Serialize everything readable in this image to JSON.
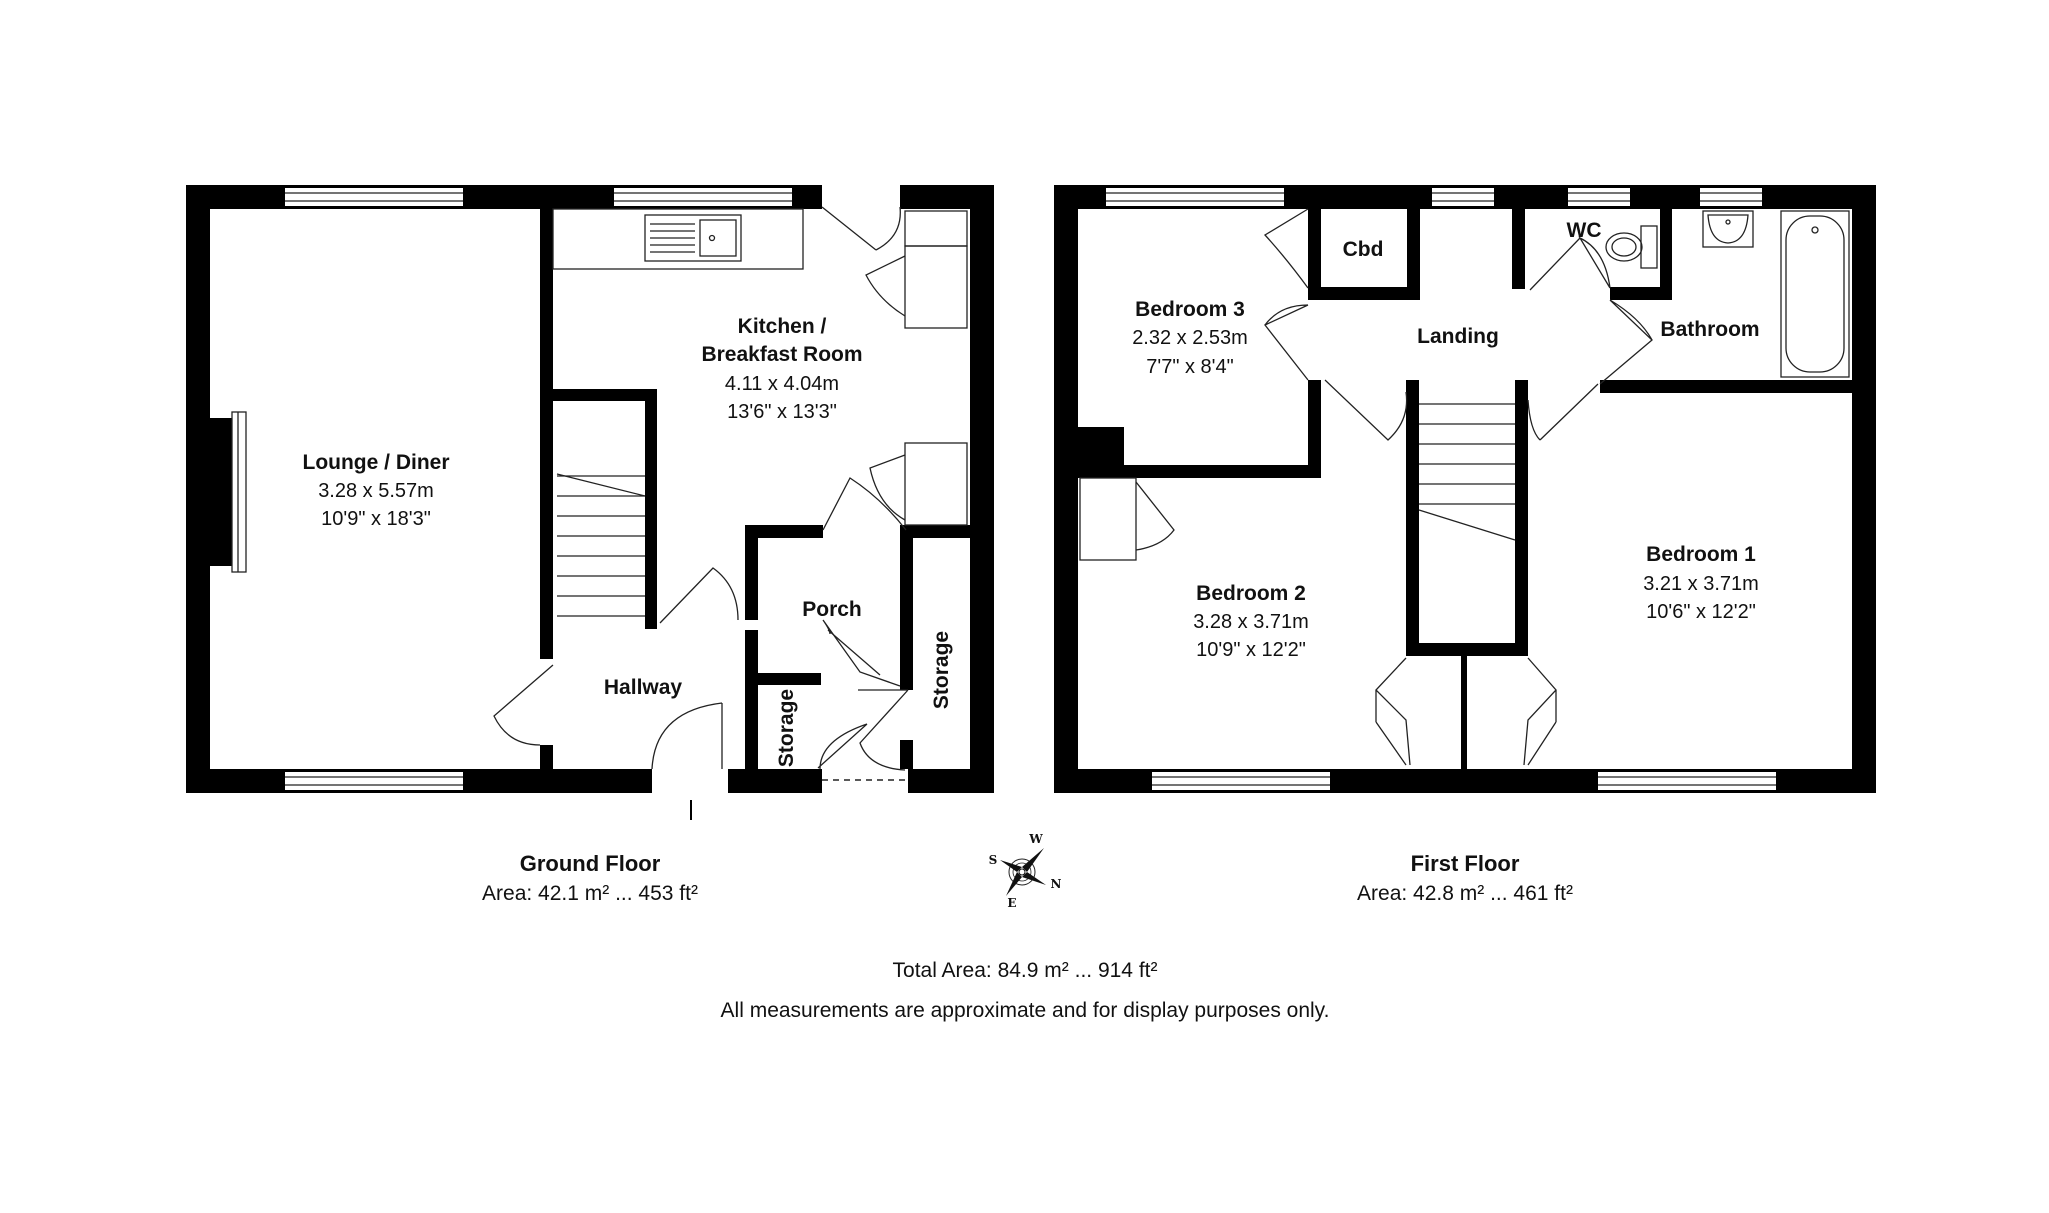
{
  "ground_floor": {
    "title": "Ground Floor",
    "area": "Area: 42.1 m² ... 453 ft²",
    "rooms": {
      "lounge": {
        "name": "Lounge / Diner",
        "metric": "3.28 x 5.57m",
        "imperial": "10'9\" x 18'3\""
      },
      "kitchen": {
        "name_line1": "Kitchen /",
        "name_line2": "Breakfast Room",
        "metric": "4.11 x 4.04m",
        "imperial": "13'6\" x 13'3\""
      },
      "hallway": {
        "name": "Hallway"
      },
      "porch": {
        "name": "Porch"
      },
      "storage_left": {
        "name": "Storage"
      },
      "storage_right": {
        "name": "Storage"
      }
    }
  },
  "first_floor": {
    "title": "First Floor",
    "area": "Area: 42.8 m² ... 461 ft²",
    "rooms": {
      "bedroom3": {
        "name": "Bedroom 3",
        "metric": "2.32 x 2.53m",
        "imperial": "7'7\" x 8'4\""
      },
      "cbd": {
        "name": "Cbd"
      },
      "landing": {
        "name": "Landing"
      },
      "wc": {
        "name": "WC"
      },
      "bathroom": {
        "name": "Bathroom"
      },
      "bedroom2": {
        "name": "Bedroom 2",
        "metric": "3.28 x 3.71m",
        "imperial": "10'9\" x 12'2\""
      },
      "bedroom1": {
        "name": "Bedroom 1",
        "metric": "3.21 x 3.71m",
        "imperial": "10'6\" x 12'2\""
      }
    }
  },
  "compass": {
    "n": "N",
    "s": "S",
    "e": "E",
    "w": "W"
  },
  "footer": {
    "total_area": "Total Area: 84.9 m² ... 914 ft²",
    "disclaimer": "All measurements are approximate and for display purposes only."
  }
}
